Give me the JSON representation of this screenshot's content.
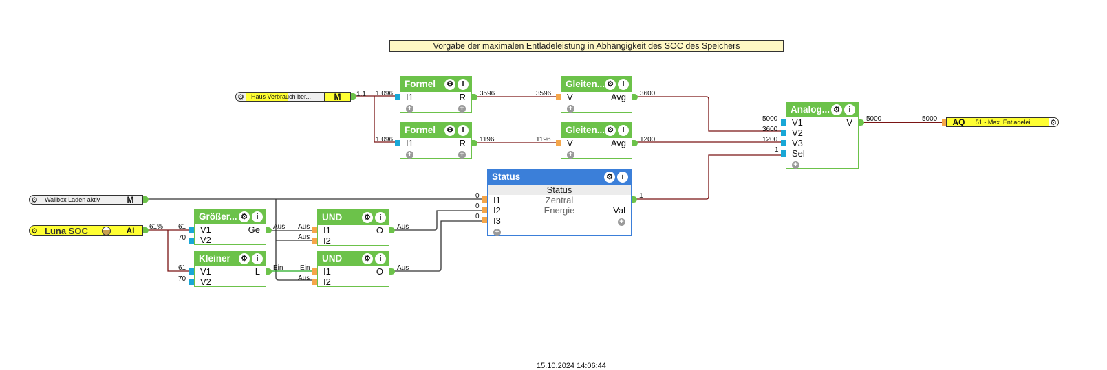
{
  "comment": "Vorgabe der maximalen Entladeleistung in Abhängigkeit des SOC des Speichers",
  "inputs": [
    {
      "name": "Haus Verbrauch ber...",
      "type": "M",
      "value": "1.1"
    },
    {
      "name": "Wallbox Laden aktiv",
      "type": "M"
    },
    {
      "name": "Luna SOC",
      "type": "AI",
      "value": "61%"
    }
  ],
  "output": {
    "type": "AQ",
    "name": "51 - Max. Entladelei...",
    "value": "5000"
  },
  "blocks": {
    "formel1": {
      "title": "Formel",
      "in": [
        "I1"
      ],
      "out": [
        "R"
      ],
      "in_values": [
        "1.096"
      ],
      "out_values": [
        "3596"
      ]
    },
    "formel2": {
      "title": "Formel",
      "in": [
        "I1"
      ],
      "out": [
        "R"
      ],
      "in_values": [
        "1.096"
      ],
      "out_values": [
        "1196"
      ]
    },
    "gleiten1": {
      "title": "Gleiten...",
      "in": [
        "V"
      ],
      "out": [
        "Avg"
      ],
      "in_values": [
        "3596"
      ],
      "out_values": [
        "3600"
      ]
    },
    "gleiten2": {
      "title": "Gleiten...",
      "in": [
        "V"
      ],
      "out": [
        "Avg"
      ],
      "in_values": [
        "1196"
      ],
      "out_values": [
        "1200"
      ]
    },
    "analog": {
      "title": "Analog...",
      "in": [
        "V1",
        "V2",
        "V3",
        "Sel"
      ],
      "out": [
        "V"
      ],
      "in_values": [
        "5000",
        "3600",
        "1200",
        "1"
      ],
      "out_values": [
        "5000"
      ]
    },
    "status": {
      "title": "Status",
      "subtitle": "Status",
      "in": [
        "I1",
        "I2",
        "I3"
      ],
      "states": [
        "Zentral",
        "Energie"
      ],
      "out": [
        "Val"
      ],
      "in_values": [
        "0",
        "0",
        "0"
      ],
      "out_values": [
        "1"
      ]
    },
    "groesser": {
      "title": "Größer...",
      "in": [
        "V1",
        "V2"
      ],
      "out": [
        "Ge"
      ],
      "in_values": [
        "61",
        "70"
      ],
      "out_values": [
        "Aus"
      ]
    },
    "kleiner": {
      "title": "Kleiner",
      "in": [
        "V1",
        "V2"
      ],
      "out": [
        "L"
      ],
      "in_values": [
        "61",
        "70"
      ],
      "out_values": [
        "Ein"
      ]
    },
    "und1": {
      "title": "UND",
      "in": [
        "I1",
        "I2"
      ],
      "out": [
        "O"
      ],
      "in_values": [
        "Aus",
        "Aus"
      ],
      "out_values": [
        "Aus"
      ]
    },
    "und2": {
      "title": "UND",
      "in": [
        "I1",
        "I2"
      ],
      "out": [
        "O"
      ],
      "in_values": [
        "Ein",
        "Aus"
      ],
      "out_values": [
        "Aus"
      ]
    }
  },
  "icons": {
    "gear": "⚙",
    "info": "i",
    "plus": "+"
  },
  "colors": {
    "block_green": "#6cc24a",
    "block_blue": "#3b7fd9",
    "wire_analog": "#7a1414",
    "wire_digital": "#333333",
    "wire_active": "#22aa22",
    "pin_analog_in": "#19a7d6",
    "pin_digital_in": "#f5a64a"
  },
  "footer": {
    "timestamp": "15.10.2024 14:06:44"
  }
}
